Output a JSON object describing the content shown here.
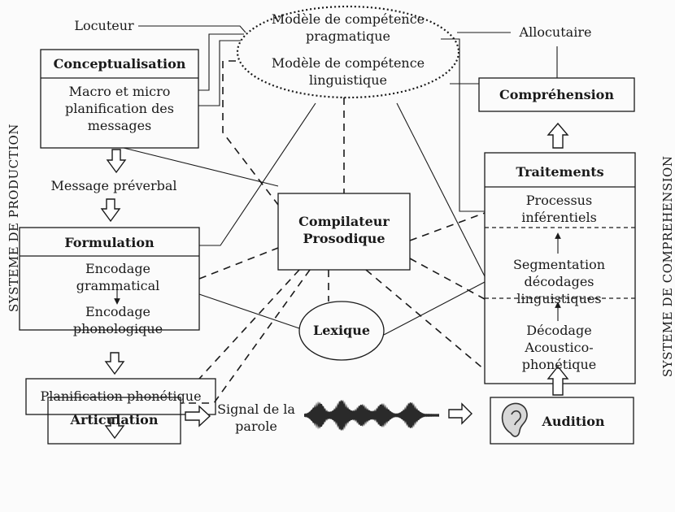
{
  "speaker_label": "Locuteur",
  "listener_label": "Allocutaire",
  "pragmatic_model": "Modèle de compétence pragmatique",
  "linguistic_model": "Modèle de compétence linguistique",
  "conceptualisation": {
    "title": "Conceptualisation",
    "body": "Macro et micro planification des messages"
  },
  "preverbal_message": "Message préverbal",
  "formulation": {
    "title": "Formulation",
    "grammatical": "Encodage grammatical",
    "phonological": "Encodage phonologique"
  },
  "phonetic_planning": "Planification phonétique",
  "articulation": "Articulation",
  "speech_signal": "Signal de la parole",
  "prosodic_compiler": "Compilateur Prosodique",
  "lexicon": "Lexique",
  "comprehension": "Compréhension",
  "processing": {
    "title": "Traitements",
    "inferential": "Processus inférentiels",
    "segmentation": "Segmentation décodages linguistiques",
    "acoustic": "Décodage Acoustico-phonétique"
  },
  "audition": "Audition",
  "production_system": "SYSTEME DE PRODUCTION",
  "comprehension_system": "SYSTEME DE COMPREHENSION"
}
